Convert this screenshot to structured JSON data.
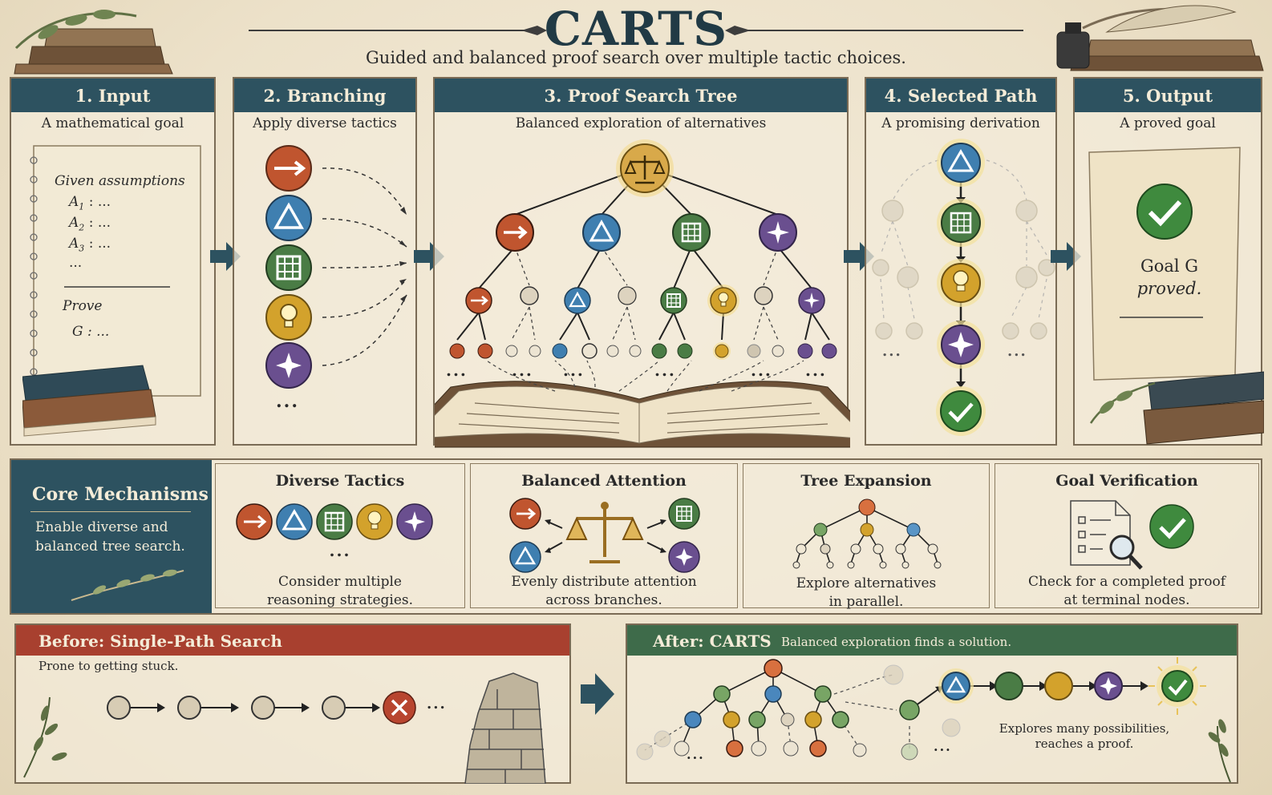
{
  "header": {
    "title": "CARTS",
    "subtitle": "Guided and balanced proof search over multiple tactic choices."
  },
  "stages": [
    {
      "label": "1.  Input",
      "desc": "A mathematical goal"
    },
    {
      "label": "2.  Branching",
      "desc": "Apply diverse tactics"
    },
    {
      "label": "3.  Proof Search Tree",
      "desc": "Balanced exploration of alternatives"
    },
    {
      "label": "4.  Selected Path",
      "desc": "A promising derivation"
    },
    {
      "label": "5.  Output",
      "desc": "A proved goal"
    }
  ],
  "input_note": {
    "given": "Given assumptions",
    "a1": "A",
    "a1_sub": "1",
    "a2": "A",
    "a2_sub": "2",
    "a3": "A",
    "a3_sub": "3",
    "colon_dots": ": ...",
    "dots": "...",
    "prove": "Prove",
    "goal": "G  : ..."
  },
  "branching": {
    "more": "..."
  },
  "tree": {
    "ellipsis": "..."
  },
  "output_note": {
    "line1": "Goal G",
    "line2": "proved."
  },
  "mechanisms": {
    "title": "Core Mechanisms",
    "desc_line1": "Enable diverse and",
    "desc_line2": "balanced tree search.",
    "items": [
      {
        "title": "Diverse Tactics",
        "line1": "Consider multiple",
        "line2": "reasoning strategies.",
        "more": "..."
      },
      {
        "title": "Balanced Attention",
        "line1": "Evenly distribute attention",
        "line2": "across branches."
      },
      {
        "title": "Tree Expansion",
        "line1": "Explore alternatives",
        "line2": "in parallel."
      },
      {
        "title": "Goal Verification",
        "line1": "Check for a completed proof",
        "line2": "at terminal nodes."
      }
    ]
  },
  "before": {
    "title": "Before: Single-Path Search",
    "desc": "Prone to getting stuck.",
    "dots": "..."
  },
  "after": {
    "title": "After: CARTS",
    "tagline": "Balanced exploration finds a solution.",
    "note_line1": "Explores many possibilities,",
    "note_line2": "reaches a proof.",
    "dots": "..."
  },
  "colors": {
    "header": "#2d5260",
    "arrow_orange": "#c0552f",
    "triangle_blue": "#3f7fb0",
    "grid_green": "#4a7c45",
    "bulb_yellow": "#d3a22c",
    "star_purple": "#6a4f8f",
    "scale_gold": "#d8a94a",
    "fail_red": "#b8452f",
    "check_green": "#3f8a3e",
    "before_red": "#a8402f",
    "after_green": "#3e6b4a"
  }
}
